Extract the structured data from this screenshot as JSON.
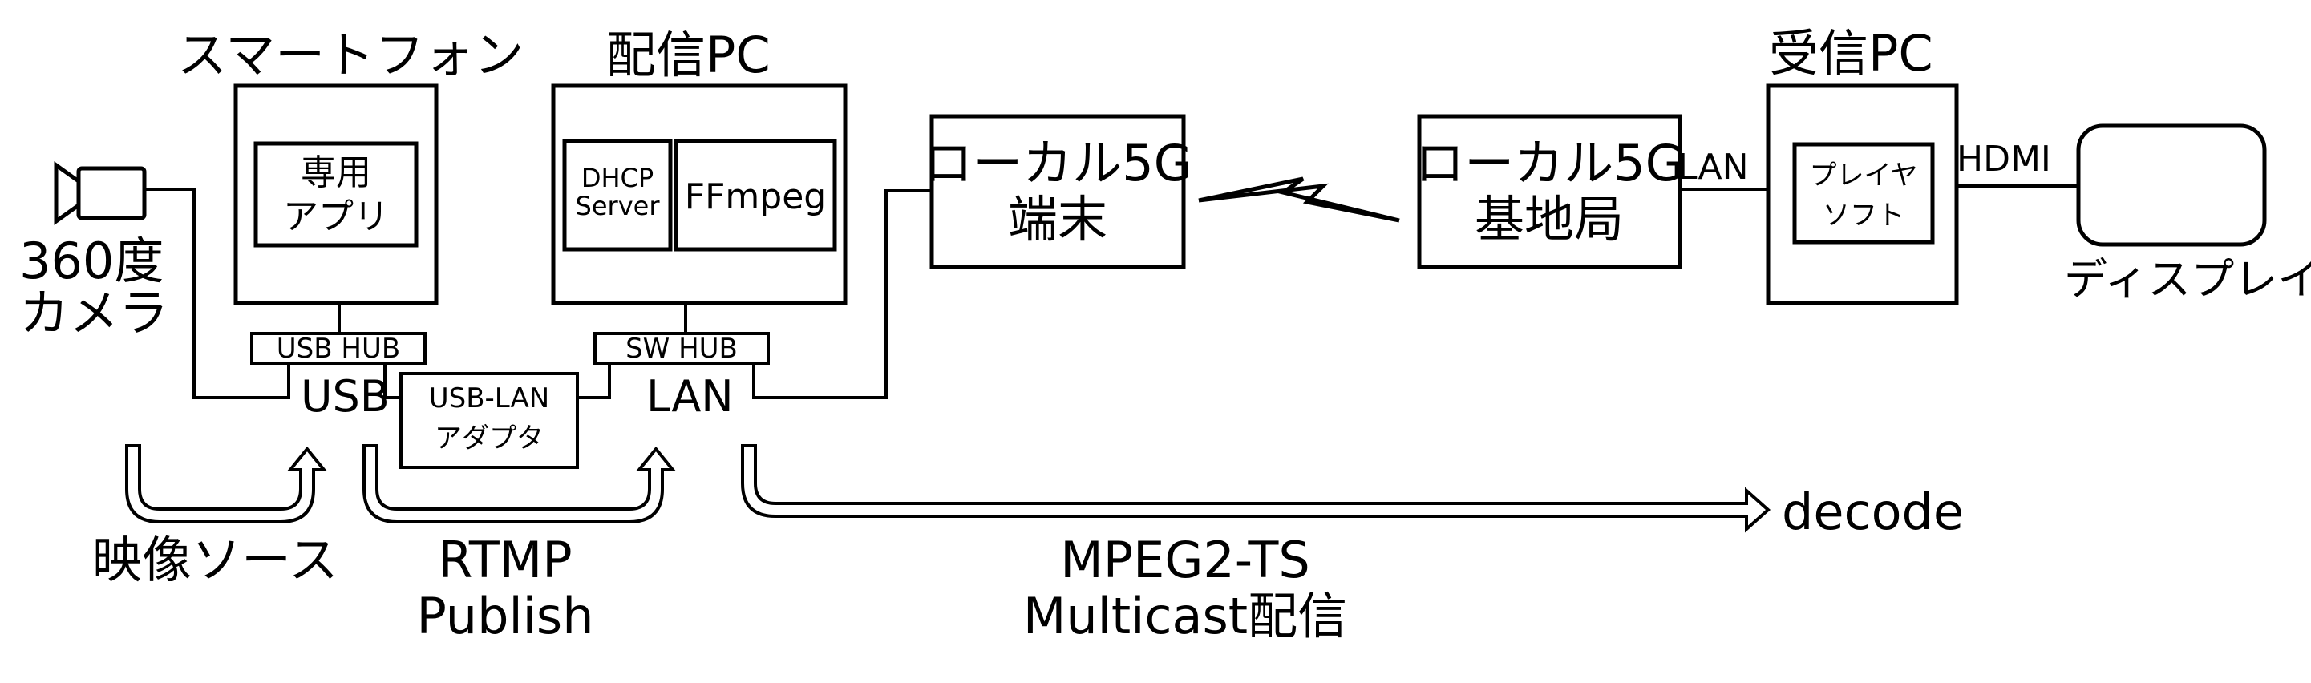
{
  "smartphone": {
    "title": "スマートフォン",
    "app_line1": "専用",
    "app_line2": "アプリ",
    "hub_label": "USB HUB",
    "port_label": "USB"
  },
  "camera": {
    "line1": "360度",
    "line2": "カメラ"
  },
  "adapter": {
    "line1": "USB-LAN",
    "line2": "アダプタ"
  },
  "stream_pc": {
    "title": "配信PC",
    "dhcp_line1": "DHCP",
    "dhcp_line2": "Server",
    "ffmpeg": "FFmpeg",
    "hub_label": "SW HUB",
    "port_label": "LAN"
  },
  "terminal": {
    "line1": "ローカル5G",
    "line2": "端末"
  },
  "base_station": {
    "line1": "ローカル5G",
    "line2": "基地局",
    "lan_label": "LAN"
  },
  "receive_pc": {
    "title": "受信PC",
    "player_line1": "プレイヤ",
    "player_line2": "ソフト",
    "hdmi_label": "HDMI"
  },
  "display": {
    "label": "ディスプレイ"
  },
  "flows": {
    "video_source": "映像ソース",
    "rtmp_line1": "RTMP",
    "rtmp_line2": "Publish",
    "mpeg_line1": "MPEG2-TS",
    "mpeg_line2": "Multicast配信",
    "decode": "decode"
  }
}
